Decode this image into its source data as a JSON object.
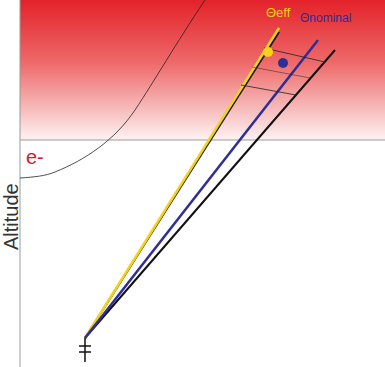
{
  "diagram": {
    "labels": [
      "Altitude",
      "e-",
      "Θeff",
      "Θnominal"
    ]
  }
}
